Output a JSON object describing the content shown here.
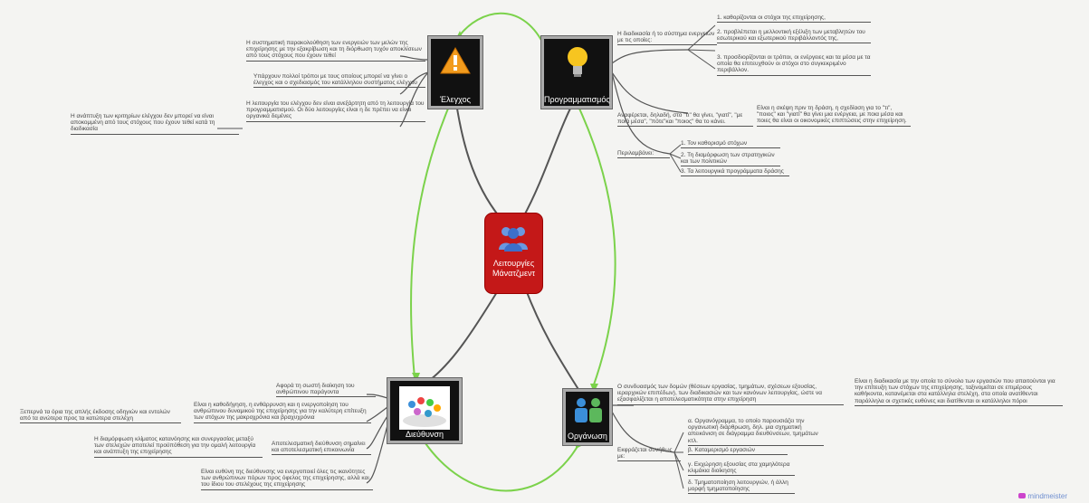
{
  "central": {
    "label": "Λειτουργίες Μάνατζμεντ",
    "icon": "people-icon"
  },
  "nodes": {
    "elegxos": {
      "label": "Έλεγχος",
      "icon": "warning-icon"
    },
    "programmatismos": {
      "label": "Προγραμματισμός",
      "icon": "lightbulb-icon"
    },
    "dieuthynsi": {
      "label": "Διεύθυνση",
      "icon": "team-icon"
    },
    "organosi": {
      "label": "Οργάνωση",
      "icon": "organization-icon"
    }
  },
  "elegxos_texts": {
    "t1": "Η συστηματική παρακολούθηση των ενεργειών των μελών της επιχείρησης με την εξακρίβωση και τη διόρθωση τυχόν αποκλίσεων από τους στόχους που έχουν τεθεί",
    "t2": "Υπάρχουν πολλοί τρόποι με τους οποίους μπορεί να γίνει ο έλεγχος και ο σχεδιασμός του κατάλληλου συστήματος ελέγχου",
    "t3": "Η λειτουργία του ελέγχου δεν είναι ανεξάρτητη από τη λειτουργία του προγραμματισμού. Οι δύο λειτουργίες είναι η δε πρέπει να είναι οργανικά δεμένες",
    "t3b": "Η ανάπτυξη των κριτηρίων ελέγχου δεν μπορεί να είναι αποκομμένη από τους στόχους που έχουν τεθεί κατά τη διαδικασία"
  },
  "programmatismos_texts": {
    "def": "Η διαδικασία ή το σύστημα ενεργειών με τις οποίες:",
    "d1": "1. καθορίζονται οι στόχοι της επιχείρησης,",
    "d2": "2. προβλέπεται η μελλοντική εξέλιξη των μεταβλητών του εσωτερικού και εξωτερικού περιβάλλοντός της,",
    "d3": "3. προσδιορίζονται οι τρόποι, οι ενέργειες και τα μέσα με τα οποία θα επιτευχθούν οι στόχοι στο συγκεκριμένο περιβάλλον.",
    "ref": "Αναφέρεται, δηλαδή, στο \"τι\" θα γίνει, \"γιατί\", \"με ποιά μέσα\", \"πότε\"και \"ποιος\" θα το κάνει.",
    "ref_detail": "Είναι η σκέψη πριν τη δράση, η σχεδίαση για το \"τι\", \"ποιος\" και \"γιατί\" θα γίνει μια ενέργεια, με ποια μέσα και ποιες θα είναι οι οικονομικές επιπτώσεις στην επιχείρηση.",
    "incl": "Περιλαμβάνει:",
    "i1": "1. Τον καθορισμό στόχων",
    "i2": "2. Τη διαμόρφωση των στρατηγικών και των πολιτικών",
    "i3": "3. Τα λειτουργικά προγράμματα δράσης"
  },
  "dieuthynsi_texts": {
    "t1": "Αφορά τη σωστή διοίκηση του ανθρώπινου παράγοντα",
    "t2": "Είναι η καθοδήγηση, η ενθάρρυνση και η ενεργοποίηση του ανθρώπινου δυναμικού της επιχείρησης για την καλύτερη επίτευξη των στόχων της μακροχρόνια και βραχυχρόνια",
    "t2b": "Ξεπερνά τα όρια της απλής έκδοσης οδηγιών και εντολών από τα ανώτερα προς τα κατώτερα στελέχη",
    "t3": "Η διαμόρφωση κλίματος κατανόησης και συνεργασίας μεταξύ των στελεχών αποτελεί προϋπόθεση για την ομαλή λειτουργία και ανάπτυξη της επιχείρησης",
    "t3b": "Αποτελεσματική διεύθυνση σημαίνει και αποτελεσματική επικοινωνία",
    "t4": "Είναι ευθύνη της διεύθυνσης να ενεργοποιεί όλες τις ικανότητες των ανθρώπινων πόρων προς όφελος της επιχείρησης, αλλά και του ίδιου του στελέχους της επιχείρησης"
  },
  "organosi_texts": {
    "t1": "Ο συνδυασμός των δομών (θέσεων εργασίας, τμημάτων, σχέσεων εξουσίας, ιεραρχικών επιπέδων), των διαδικασιών και των κανόνων λειτουργίας, ώστε να εξασφαλίζεται η αποτελεσματικότητα στην επιχείρηση",
    "t1b": "Είναι η διαδικασία με την οποία το σύνολο των εργασιών που απαιτούνται για την επίτευξη των στόχων της επιχείρησης, ταξινομείται σε επιμέρους καθήκοντα, κατανέμεται στα κατάλληλα στελέχη, στα οποία ανατίθενται παράλληλα οι σχετικές ευθύνες και διατίθενται οι κατάλληλοι πόροι",
    "expr": "Εκφράζεται συνήθως με:",
    "e1": "α. Οργανόγραμμα, το οποίο παρουσιάζει την οργανωτική διάρθρωση, δηλ. μια σχηματική απεικόνιση σε διάγραμμα διευθύνσεων, τμημάτων κτλ.",
    "e2": "β. Καταμερισμό εργασιών",
    "e3": "γ. Εκχώρηση εξουσίας στα χαμηλότερα κλιμάκια διοίκησης",
    "e4": "δ. Τμηματοποίηση λειτουργιών, ή άλλη μορφή τμηματοποίησης"
  },
  "footer": {
    "brand": "mindmeister"
  },
  "colors": {
    "central": "#c41818",
    "link_green": "#7bd24b",
    "link_dark": "#555555"
  }
}
